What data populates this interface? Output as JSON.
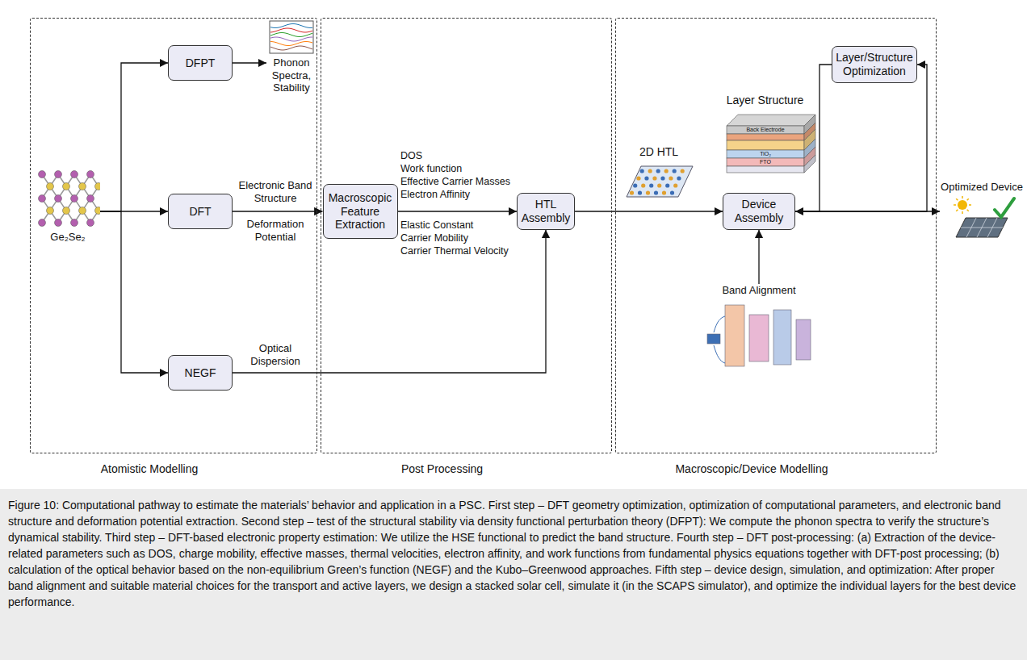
{
  "diagram": {
    "caption": "Figure 10: Computational pathway to estimate the materials’ behavior and application in a PSC. First step – DFT geometry optimization, optimization of computational parameters, and electronic band structure and deformation potential extraction. Second step – test of the structural stability via density functional perturbation theory (DFPT): We compute the phonon spectra to verify the structure’s dynamical stability. Third step – DFT-based electronic property estimation: We utilize the HSE functional to predict the band structure. Fourth step – DFT post-processing: (a) Extraction of the device-related parameters such as DOS, charge mobility, effective masses, thermal velocities, electron affinity, and work functions from fundamental physics equations together with DFT-post processing; (b) calculation of the optical behavior based on the non-equilibrium Green’s function (NEGF) and the Kubo–Greenwood approaches. Fifth step – device design, simulation, and optimization: After proper band alignment and suitable material choices for the transport and active layers, we design a stacked solar cell, simulate it (in the SCAPS simulator), and optimize the individual layers for the best device performance.",
    "nodes": [
      {
        "text": [
          "Atomistic Modelling"
        ]
      },
      {
        "text": [
          "Ge₂Se₂"
        ],
        "in": 0
      },
      {
        "text": [
          "DFPT"
        ],
        "in": 0
      },
      {
        "text": [
          "DFT"
        ],
        "in": 0
      },
      {
        "text": [
          "NEGF"
        ],
        "in": 0
      },
      {
        "text": [
          "Phonon Spectra, Stability"
        ],
        "in": 0
      },
      {
        "text": [
          "Post Processing"
        ]
      },
      {
        "text": [
          "Macroscopic Feature Extraction"
        ],
        "in": 6
      },
      {
        "text": [
          "HTL Assembly"
        ],
        "in": 6
      },
      {
        "text": [
          "Macroscopic/Device Modelling"
        ]
      },
      {
        "text": [
          "Layer/Structure Optimization"
        ],
        "in": 9
      },
      {
        "text": [
          "Device Assembly"
        ],
        "in": 9
      },
      {
        "text": [
          "Band Alignment"
        ],
        "in": 9
      },
      {
        "text": [
          "Optimized Device"
        ]
      }
    ],
    "edges": [
      {
        "from": 1,
        "to": 2,
        "arrow": "to"
      },
      {
        "from": 1,
        "to": 3,
        "arrow": "to"
      },
      {
        "from": 1,
        "to": 4,
        "arrow": "to"
      },
      {
        "from": 2,
        "to": 5,
        "arrow": "to"
      },
      {
        "from": 3,
        "to": 7,
        "arrow": "to",
        "label": "Electronic Band Structure"
      },
      {
        "from": 4,
        "to": 8,
        "arrow": "to",
        "label": "Optical Dispersion"
      },
      {
        "from": 7,
        "to": 8,
        "arrow": "to"
      },
      {
        "from": 8,
        "to": 11,
        "arrow": "to"
      },
      {
        "from": 12,
        "to": 11,
        "arrow": "to"
      },
      {
        "from": 11,
        "to": 13,
        "arrow": "to"
      },
      {
        "from": 11,
        "to": 10,
        "arrow": "to"
      },
      {
        "from": 10,
        "to": 11,
        "arrow": "to"
      }
    ],
    "labels": [
      "Deformation Potential",
      "DOS",
      "Work function",
      "Effective Carrier Masses",
      "Electron Affinity",
      "Elastic Constant",
      "Carrier Mobility",
      "Carrier Thermal Velocity",
      "2D HTL",
      "Layer Structure",
      "Back Electrode",
      "TiO₂",
      "FTO"
    ]
  }
}
